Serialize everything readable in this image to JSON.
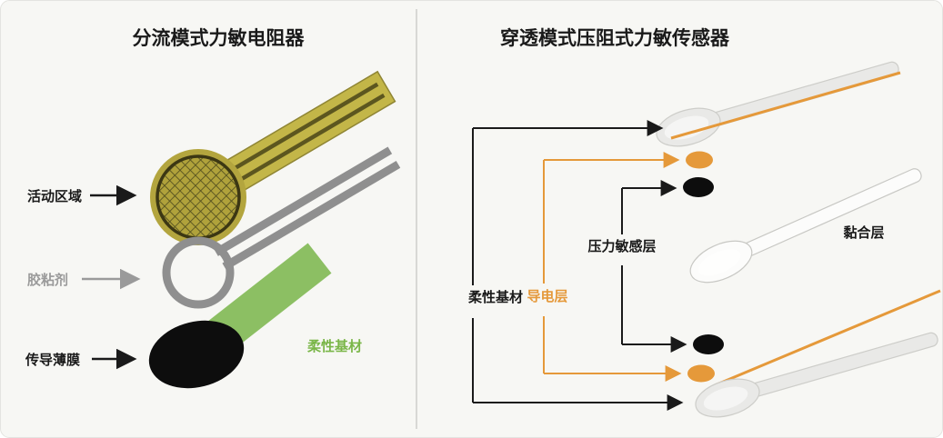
{
  "left_panel": {
    "title": "分流模式力敏电阻器",
    "labels": {
      "active_area": "活动区域",
      "adhesive": "胶粘剂",
      "conductive_film": "传导薄膜",
      "flexible_substrate": "柔性基材"
    }
  },
  "right_panel": {
    "title": "穿透模式压阻式力敏传感器",
    "labels": {
      "flexible_substrate": "柔性基材",
      "conductive_layer": "导电层",
      "pressure_sensitive_layer": "压力敏感层",
      "adhesive_layer": "黏合层"
    }
  },
  "colors": {
    "orange_accent": "#E5993A",
    "green_accent": "#7AB648",
    "olive_sensor": "#B3A53E",
    "gray_layer": "#8F8F8F",
    "black_layer": "#0D0D0D",
    "label_gray": "#9A9A9A",
    "text_black": "#1A1A1A",
    "background": "#F7F7F4"
  }
}
